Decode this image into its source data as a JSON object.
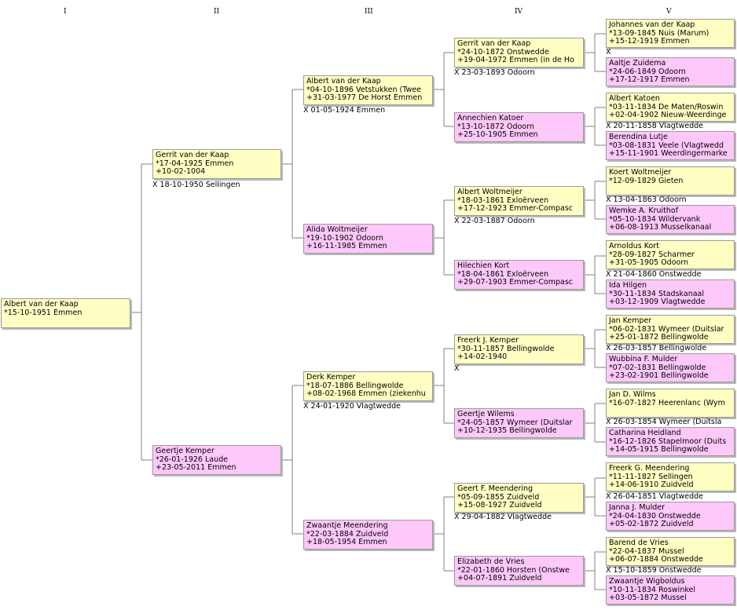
{
  "generations": [
    "I",
    "II",
    "III",
    "IV",
    "V"
  ],
  "persons": {
    "p1": {
      "name": "Albert van der Kaap",
      "l1": "*15-10-1951 Emmen",
      "l2": ""
    },
    "p2": {
      "name": "Gerrit van der Kaap",
      "l1": "*17-04-1925 Emmen",
      "l2": "+10-02-1004"
    },
    "p3": {
      "name": "Geertje Kemper",
      "l1": "*26-01-1926 Laude",
      "l2": "+23-05-2011 Emmen"
    },
    "p4": {
      "name": "Albert van der Kaap",
      "l1": "*04-10-1896 Vetstukken (Twee",
      "l2": "+31-03-1977 De Horst Emmen"
    },
    "p5": {
      "name": "Alida Woltmeijer",
      "l1": "*19-10-1902 Odoorn",
      "l2": "+16-11-1985 Emmen"
    },
    "p6": {
      "name": "Derk Kemper",
      "l1": "*18-07-1886 Bellingwolde",
      "l2": "+08-02-1968 Emmen (ziekenhu"
    },
    "p7": {
      "name": "Zwaantje Meendering",
      "l1": "*22-03-1884 Zuidveld",
      "l2": "+18-05-1954 Emmen"
    },
    "p8": {
      "name": "Gerrit van der Kaap",
      "l1": "*24-10-1872 Onstwedde",
      "l2": "+19-04-1972 Emmen (in de Ho"
    },
    "p9": {
      "name": "Annechien Katoer",
      "l1": "*13-10-1872 Odoorn",
      "l2": "+25-10-1905 Emmen"
    },
    "p10": {
      "name": "Albert Woltmeijer",
      "l1": "*18-03-1861 Exloërveen",
      "l2": "+17-12-1923 Emmer-Compasc"
    },
    "p11": {
      "name": "Hilechien Kort",
      "l1": "*18-04-1861 Exloërveen",
      "l2": "+29-07-1903 Emmer-Compasc"
    },
    "p12": {
      "name": "Freerk J. Kemper",
      "l1": "*30-11-1857 Bellingwolde",
      "l2": "+14-02-1940"
    },
    "p13": {
      "name": "Geertje Wilems",
      "l1": "*24-05-1857 Wymeer (Duitslar",
      "l2": "+10-12-1935 Bellingwolde"
    },
    "p14": {
      "name": "Geert F. Meendering",
      "l1": "*05-09-1855 Zuidveld",
      "l2": "+15-08-1927 Zuidveld"
    },
    "p15": {
      "name": "Elizabeth de Vries",
      "l1": "*22-01-1860 Horsten (Onstwe",
      "l2": "+04-07-1891 Zuidveld"
    },
    "p16": {
      "name": "Johannes van der Kaap",
      "l1": "*13-09-1845 Nuis (Marum)",
      "l2": "+15-12-1919 Emmen"
    },
    "p17": {
      "name": "Aaltje Zuidema",
      "l1": "*24-06-1849 Odoorn",
      "l2": "+17-12-1917 Emmen"
    },
    "p18": {
      "name": "Albert Katoen",
      "l1": "*03-11-1834 De Maten/Roswin",
      "l2": "+02-04-1902 Nieuw-Weerdinge"
    },
    "p19": {
      "name": "Berendina Lutje",
      "l1": "*03-08-1831 Veele (Vlagtwedd",
      "l2": "+15-11-1901 Weerdingermarke"
    },
    "p20": {
      "name": "Koert Woltmeijer",
      "l1": "*12-09-1829 Gieten",
      "l2": ""
    },
    "p21": {
      "name": "Wemke A. Kruithof",
      "l1": "*05-10-1834 Wildervank",
      "l2": "+06-08-1913 Musselkanaal"
    },
    "p22": {
      "name": "Arnoldus Kort",
      "l1": "*28-09-1827 Scharmer",
      "l2": "+31-05-1905 Odoorn"
    },
    "p23": {
      "name": "Ida Hilgen",
      "l1": "*30-11-1834 Stadskanaal",
      "l2": "+03-12-1909 Vlagtwedde"
    },
    "p24": {
      "name": "Jan Kemper",
      "l1": "*06-02-1831 Wymeer (Duitslar",
      "l2": "+25-01-1872 Bellingwolde"
    },
    "p25": {
      "name": "Wubbina F. Mulder",
      "l1": "*07-02-1831 Bellingwolde",
      "l2": "+23-02-1901 Bellingwolde"
    },
    "p26": {
      "name": "Jan D. Wilms",
      "l1": "*16-07-1827 Heerenlanc (Wym",
      "l2": ""
    },
    "p27": {
      "name": "Catharina Heidland",
      "l1": "*16-12-1826 Stapelmoor (Duits",
      "l2": "+14-05-1915 Bellingwolde"
    },
    "p28": {
      "name": "Freerk G. Meendering",
      "l1": "*11-11-1827 Sellingen",
      "l2": "+14-06-1910 Zuidveld"
    },
    "p29": {
      "name": "Janna J. Mulder",
      "l1": "*24-04-1830 Onstwedde",
      "l2": "+05-02-1872 Zuidveld"
    },
    "p30": {
      "name": "Barend de Vries",
      "l1": "*22-04-1837 Mussel",
      "l2": "+06-07-1884 Onstwedde"
    },
    "p31": {
      "name": "Zwaantje Wigboldus",
      "l1": "*10-11-1834 Roswinkel",
      "l2": "+03-05-1872 Mussel"
    }
  },
  "marriages": {
    "m2": "X 18-10-1950 Sellingen",
    "m4": "X 01-05-1924 Emmen",
    "m6": "X 24-01-1920 Vlagtwedde",
    "m8": "X 23-03-1893 Odoorn",
    "m10": "X 22-03-1887 Odoorn",
    "m12": "X",
    "m14": "X 29-04-1882 Vlagtwedde",
    "m16": "X",
    "m18": "X 20-11-1858 Vlagtwedde",
    "m20": "X 13-04-1863 Odoorn",
    "m22": "X 21-04-1860 Onstwedde",
    "m24": "X 26-03-1857 Bellingwolde",
    "m26": "X 26-03-1854 Wymeer (Duitsla",
    "m28": "X 26-04-1851 Vlagtwedde",
    "m30": "X 15-10-1859 Onstwedde"
  }
}
